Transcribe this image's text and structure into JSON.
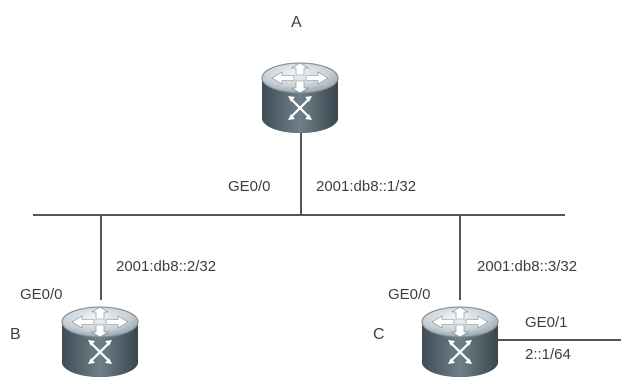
{
  "routers": {
    "a": {
      "name": "A",
      "interface": "GE0/0",
      "address": "2001:db8::1/32",
      "icon": "router-icon"
    },
    "b": {
      "name": "B",
      "interface": "GE0/0",
      "address": "2001:db8::2/32",
      "icon": "router-icon"
    },
    "c": {
      "name": "C",
      "interface": "GE0/0",
      "address": "2001:db8::3/32",
      "interface2": "GE0/1",
      "address2": "2::1/64",
      "icon": "router-icon"
    }
  },
  "colors": {
    "line": "#555555",
    "router_top": "#dfe6ea",
    "router_side": "#4f5e67",
    "arrow": "#ffffff"
  }
}
